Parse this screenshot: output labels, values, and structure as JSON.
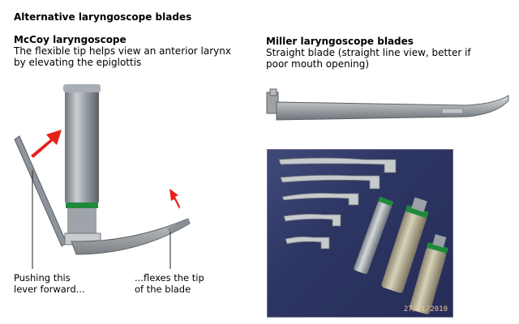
{
  "page_title": "Alternative laryngoscope blades",
  "mccoy": {
    "heading": "McCoy laryngoscope",
    "description_line1": "The flexible tip helps view an anterior larynx",
    "description_line2": "by elevating the epiglottis",
    "caption_left_line1": "Pushing this",
    "caption_left_line2": "lever forward...",
    "caption_right_line1": "...flexes the tip",
    "caption_right_line2": "of the blade"
  },
  "miller": {
    "heading": "Miller laryngoscope blades",
    "description_line1": "Straight blade (straight line view, better if",
    "description_line2": "poor mouth opening)"
  },
  "photo": {
    "date_stamp": "27/01/2010"
  },
  "colors": {
    "arrow": "#e8201a",
    "green_ring": "#1e8a3a",
    "photo_background": "#2d3563"
  }
}
